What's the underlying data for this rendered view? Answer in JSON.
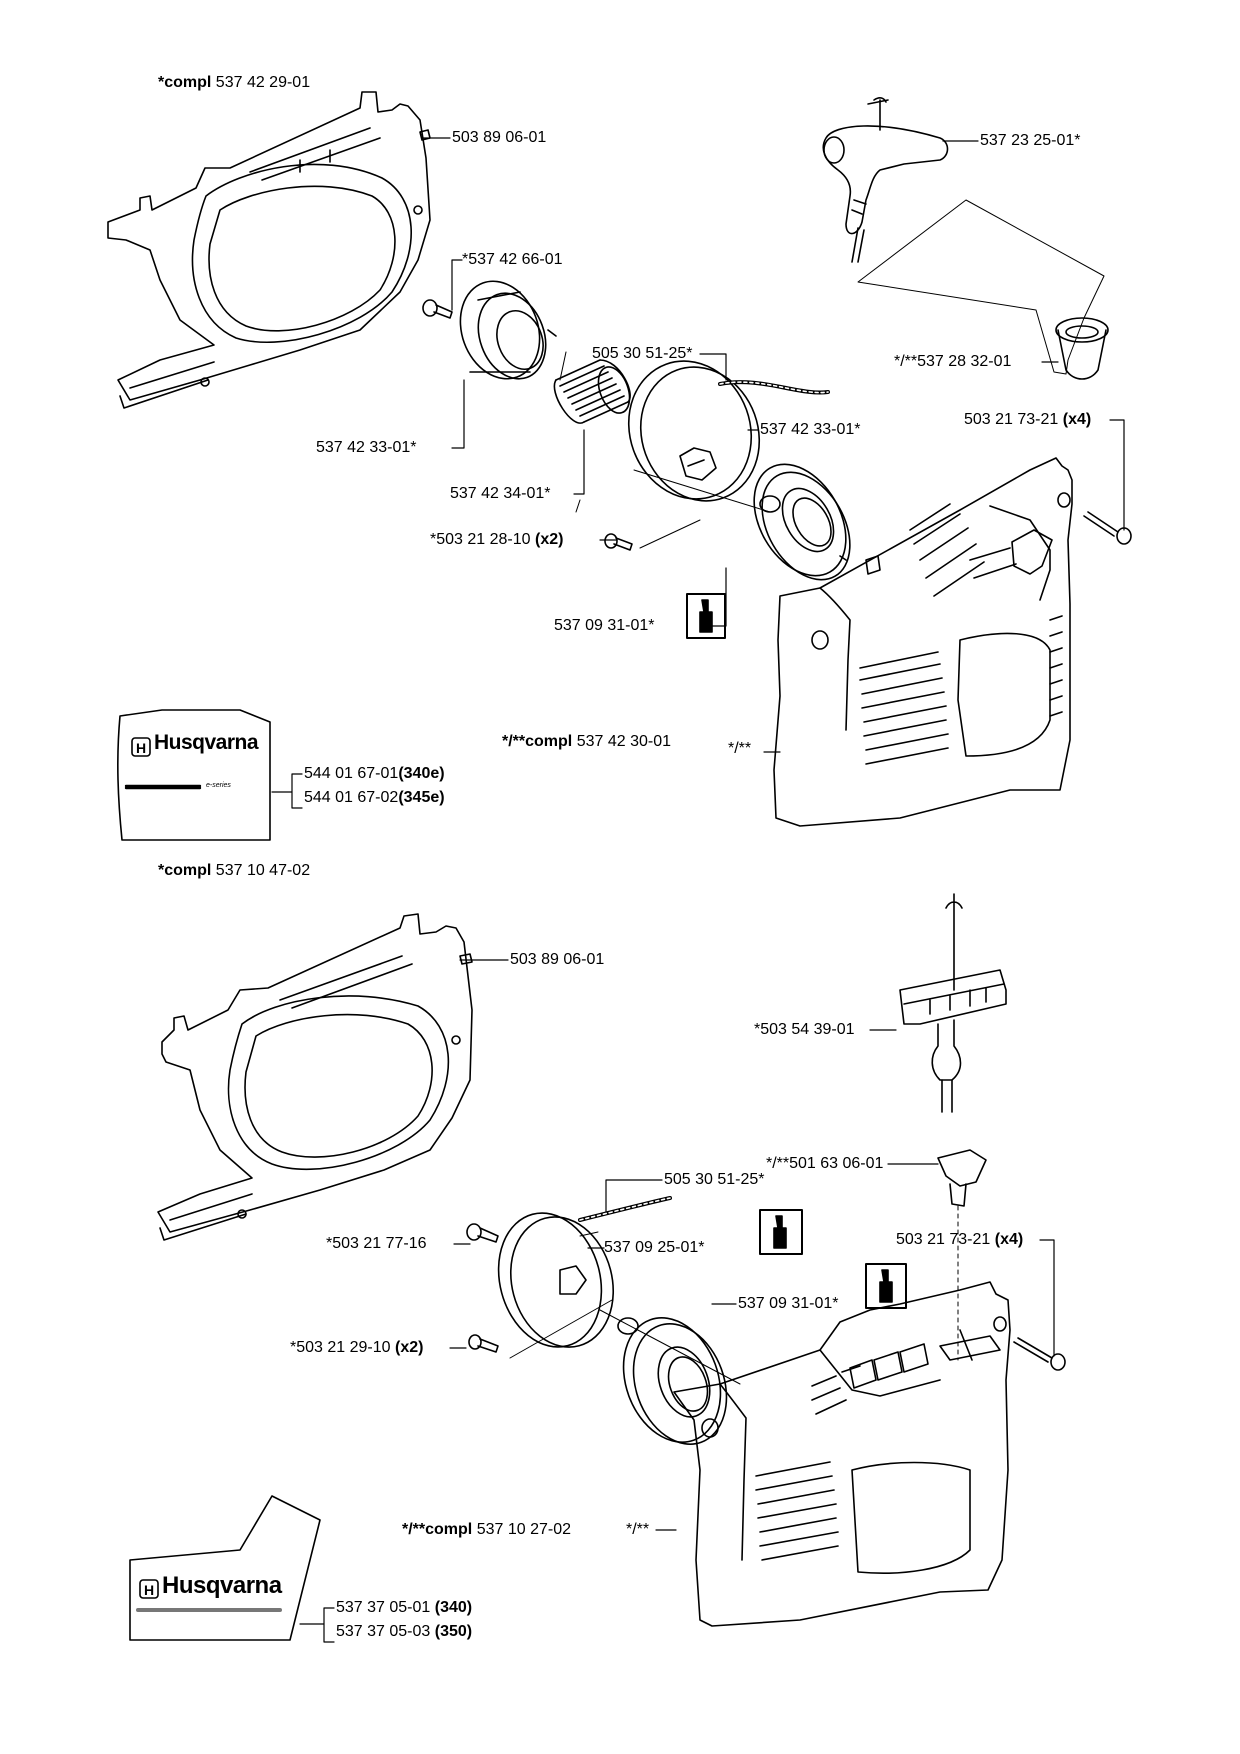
{
  "top": {
    "title": {
      "prefix": "*compl",
      "number": "537 42 29-01"
    },
    "labels": {
      "housing": "503 89 06-01",
      "screw_pulley": "*537 42 66-01",
      "pulley_left": "537 42 33-01*",
      "spring": "537 42 34-01*",
      "rope": "505 30 51-25*",
      "pulley_right": "537 42 33-01*",
      "screws_x2": {
        "number": "*503 21 28-10",
        "qty": "(x2)"
      },
      "spring_cassette": "537 09 31-01*",
      "handle": "537 23 25-01*",
      "bushing": "*/**537 28 32-01",
      "screws_x4": {
        "number": "503 21 73-21",
        "qty": "(x4)"
      },
      "cover_compl": {
        "prefix": "*/**compl",
        "number": "537 42 30-01"
      },
      "cover_ref": "*/**",
      "decal_a": {
        "number": "544 01 67-01",
        "model": "(340e)"
      },
      "decal_b": {
        "number": "544 01 67-02",
        "model": "(345e)"
      }
    },
    "logo": {
      "brand": "Husqvarna",
      "tagline": "e-series"
    }
  },
  "bottom": {
    "title": {
      "prefix": "*compl",
      "number": "537 10 47-02"
    },
    "labels": {
      "housing": "503 89 06-01",
      "handle": "*503 54 39-01",
      "bushing": "*/**501 63 06-01",
      "rope": "505 30 51-25*",
      "screw_pulley": "*503 21 77-16",
      "pulley": "537 09 25-01*",
      "screws_x4": {
        "number": "503 21 73-21",
        "qty": "(x4)"
      },
      "spring_cassette": "537 09 31-01*",
      "screws_x2": {
        "number": "*503 21 29-10",
        "qty": "(x2)"
      },
      "cover_compl": {
        "prefix": "*/**compl",
        "number": "537 10 27-02"
      },
      "cover_ref": "*/**",
      "decal_a": {
        "number": "537 37 05-01",
        "model": "(340)"
      },
      "decal_b": {
        "number": "537 37 05-03",
        "model": "(350)"
      }
    },
    "logo": {
      "brand": "Husqvarna"
    }
  },
  "icons": [
    "wrench-info-icon",
    "wrench-info-icon",
    "wrench-info-icon"
  ]
}
